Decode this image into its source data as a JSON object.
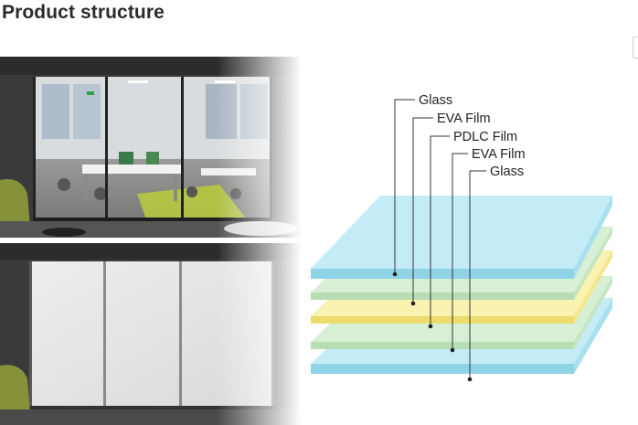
{
  "page": {
    "title": "Product structure"
  },
  "diagram": {
    "layers": [
      {
        "label": "Glass",
        "color": "#c4ecf6"
      },
      {
        "label": "EVA Film",
        "color": "#d7f0d5"
      },
      {
        "label": "PDLC Film",
        "color": "#f9f2b0"
      },
      {
        "label": "EVA Film",
        "color": "#d7f0d5"
      },
      {
        "label": "Glass",
        "color": "#c4ecf6"
      }
    ],
    "colors": {
      "glass_edge": "#8fd3e6",
      "eva_edge": "#b7ddb3",
      "pdlc_edge": "#eddb6b",
      "leader_line": "#333333"
    }
  },
  "photos": {
    "top_state": "transparent",
    "bottom_state": "opaque"
  }
}
